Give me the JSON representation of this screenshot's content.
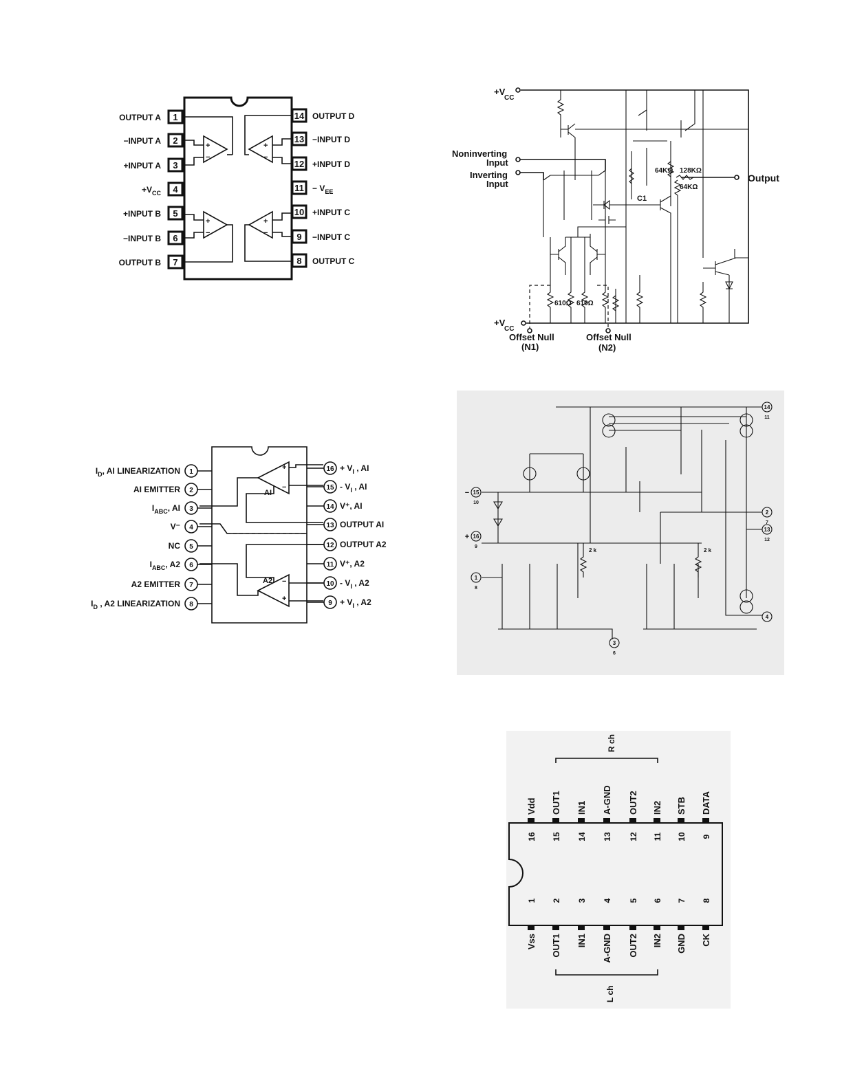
{
  "diagram1": {
    "left_pins": [
      {
        "num": "1",
        "label": "OUTPUT A"
      },
      {
        "num": "2",
        "label": "−INPUT A"
      },
      {
        "num": "3",
        "label": "+INPUT A"
      },
      {
        "num": "4",
        "label": "+V",
        "sub": "CC"
      },
      {
        "num": "5",
        "label": "+INPUT B"
      },
      {
        "num": "6",
        "label": "−INPUT B"
      },
      {
        "num": "7",
        "label": "OUTPUT B"
      }
    ],
    "right_pins": [
      {
        "num": "14",
        "label": "OUTPUT D"
      },
      {
        "num": "13",
        "label": "−INPUT D"
      },
      {
        "num": "12",
        "label": "+INPUT D"
      },
      {
        "num": "11",
        "label": "− V",
        "sub": "EE"
      },
      {
        "num": "10",
        "label": "+INPUT C"
      },
      {
        "num": "9",
        "label": "−INPUT C"
      },
      {
        "num": "8",
        "label": "OUTPUT C"
      }
    ]
  },
  "diagram2": {
    "vcc_top": "+V",
    "vcc_top_sub": "CC",
    "vcc_bottom": "+V",
    "vcc_bottom_sub": "CC",
    "noninverting_1": "Noninverting",
    "noninverting_2": "Input",
    "inverting_1": "Inverting",
    "inverting_2": "Input",
    "output": "Output",
    "r_64k_a": "64KΩ",
    "r_128k": "128KΩ",
    "r_64k_b": "64KΩ",
    "c1": "C1",
    "r_610_a": "610Ω",
    "r_610_b": "610Ω",
    "null1_a": "Offset Null",
    "null1_b": "(N1)",
    "null2_a": "Offset Null",
    "null2_b": "(N2)"
  },
  "diagram3": {
    "left_pins": [
      {
        "num": "1",
        "label": "I",
        "sub": "D",
        "rest": ", AI LINEARIZATION"
      },
      {
        "num": "2",
        "label": "AI  EMITTER"
      },
      {
        "num": "3",
        "label": "I",
        "sub": "ABC",
        "rest": ", AI"
      },
      {
        "num": "4",
        "label": "V⁻"
      },
      {
        "num": "5",
        "label": "NC"
      },
      {
        "num": "6",
        "label": "I",
        "sub": "ABC",
        "rest": ", A2"
      },
      {
        "num": "7",
        "label": "A2 EMITTER"
      },
      {
        "num": "8",
        "label": "I",
        "sub": "D",
        "rest": " , A2 LINEARIZATION"
      }
    ],
    "right_pins": [
      {
        "num": "16",
        "label": "+ V",
        "sub": "I",
        "rest": " , AI"
      },
      {
        "num": "15",
        "label": "- V",
        "sub": "I",
        "rest": " , AI"
      },
      {
        "num": "14",
        "label": "V⁺, AI"
      },
      {
        "num": "13",
        "label": "OUTPUT  AI"
      },
      {
        "num": "12",
        "label": "OUTPUT  A2"
      },
      {
        "num": "11",
        "label": "V⁺, A2"
      },
      {
        "num": "10",
        "label": "- V",
        "sub": "I",
        "rest": " , A2"
      },
      {
        "num": "9",
        "label": "+ V",
        "sub": "I",
        "rest": " , A2"
      }
    ],
    "amp_top": "AI",
    "amp_bottom": "A2"
  },
  "diagram4": {
    "pins": [
      {
        "num": "15",
        "sub": "10",
        "sign": "−"
      },
      {
        "num": "16",
        "sub": "9",
        "sign": "+"
      },
      {
        "num": "1",
        "sub": "8",
        "sign": ""
      },
      {
        "num": "3",
        "sub": "6",
        "sign": ""
      },
      {
        "num": "14",
        "sub": "11",
        "sign": ""
      },
      {
        "num": "2",
        "sub": "7",
        "sign": ""
      },
      {
        "num": "13",
        "sub": "12",
        "sign": ""
      },
      {
        "num": "4",
        "sub": "",
        "sign": ""
      }
    ],
    "res_label": "2 k"
  },
  "diagram5": {
    "top_pins": [
      {
        "num": "16",
        "label": "Vdd"
      },
      {
        "num": "15",
        "label": "OUT1"
      },
      {
        "num": "14",
        "label": "IN1"
      },
      {
        "num": "13",
        "label": "A-GND"
      },
      {
        "num": "12",
        "label": "OUT2"
      },
      {
        "num": "11",
        "label": "IN2"
      },
      {
        "num": "10",
        "label": "STB"
      },
      {
        "num": "9",
        "label": "DATA"
      }
    ],
    "bottom_pins": [
      {
        "num": "1",
        "label": "Vss"
      },
      {
        "num": "2",
        "label": "OUT1"
      },
      {
        "num": "3",
        "label": "IN1"
      },
      {
        "num": "4",
        "label": "A-GND"
      },
      {
        "num": "5",
        "label": "OUT2"
      },
      {
        "num": "6",
        "label": "IN2"
      },
      {
        "num": "7",
        "label": "GND"
      },
      {
        "num": "8",
        "label": "CK"
      }
    ],
    "rch": "R ch",
    "lch": "L ch"
  }
}
